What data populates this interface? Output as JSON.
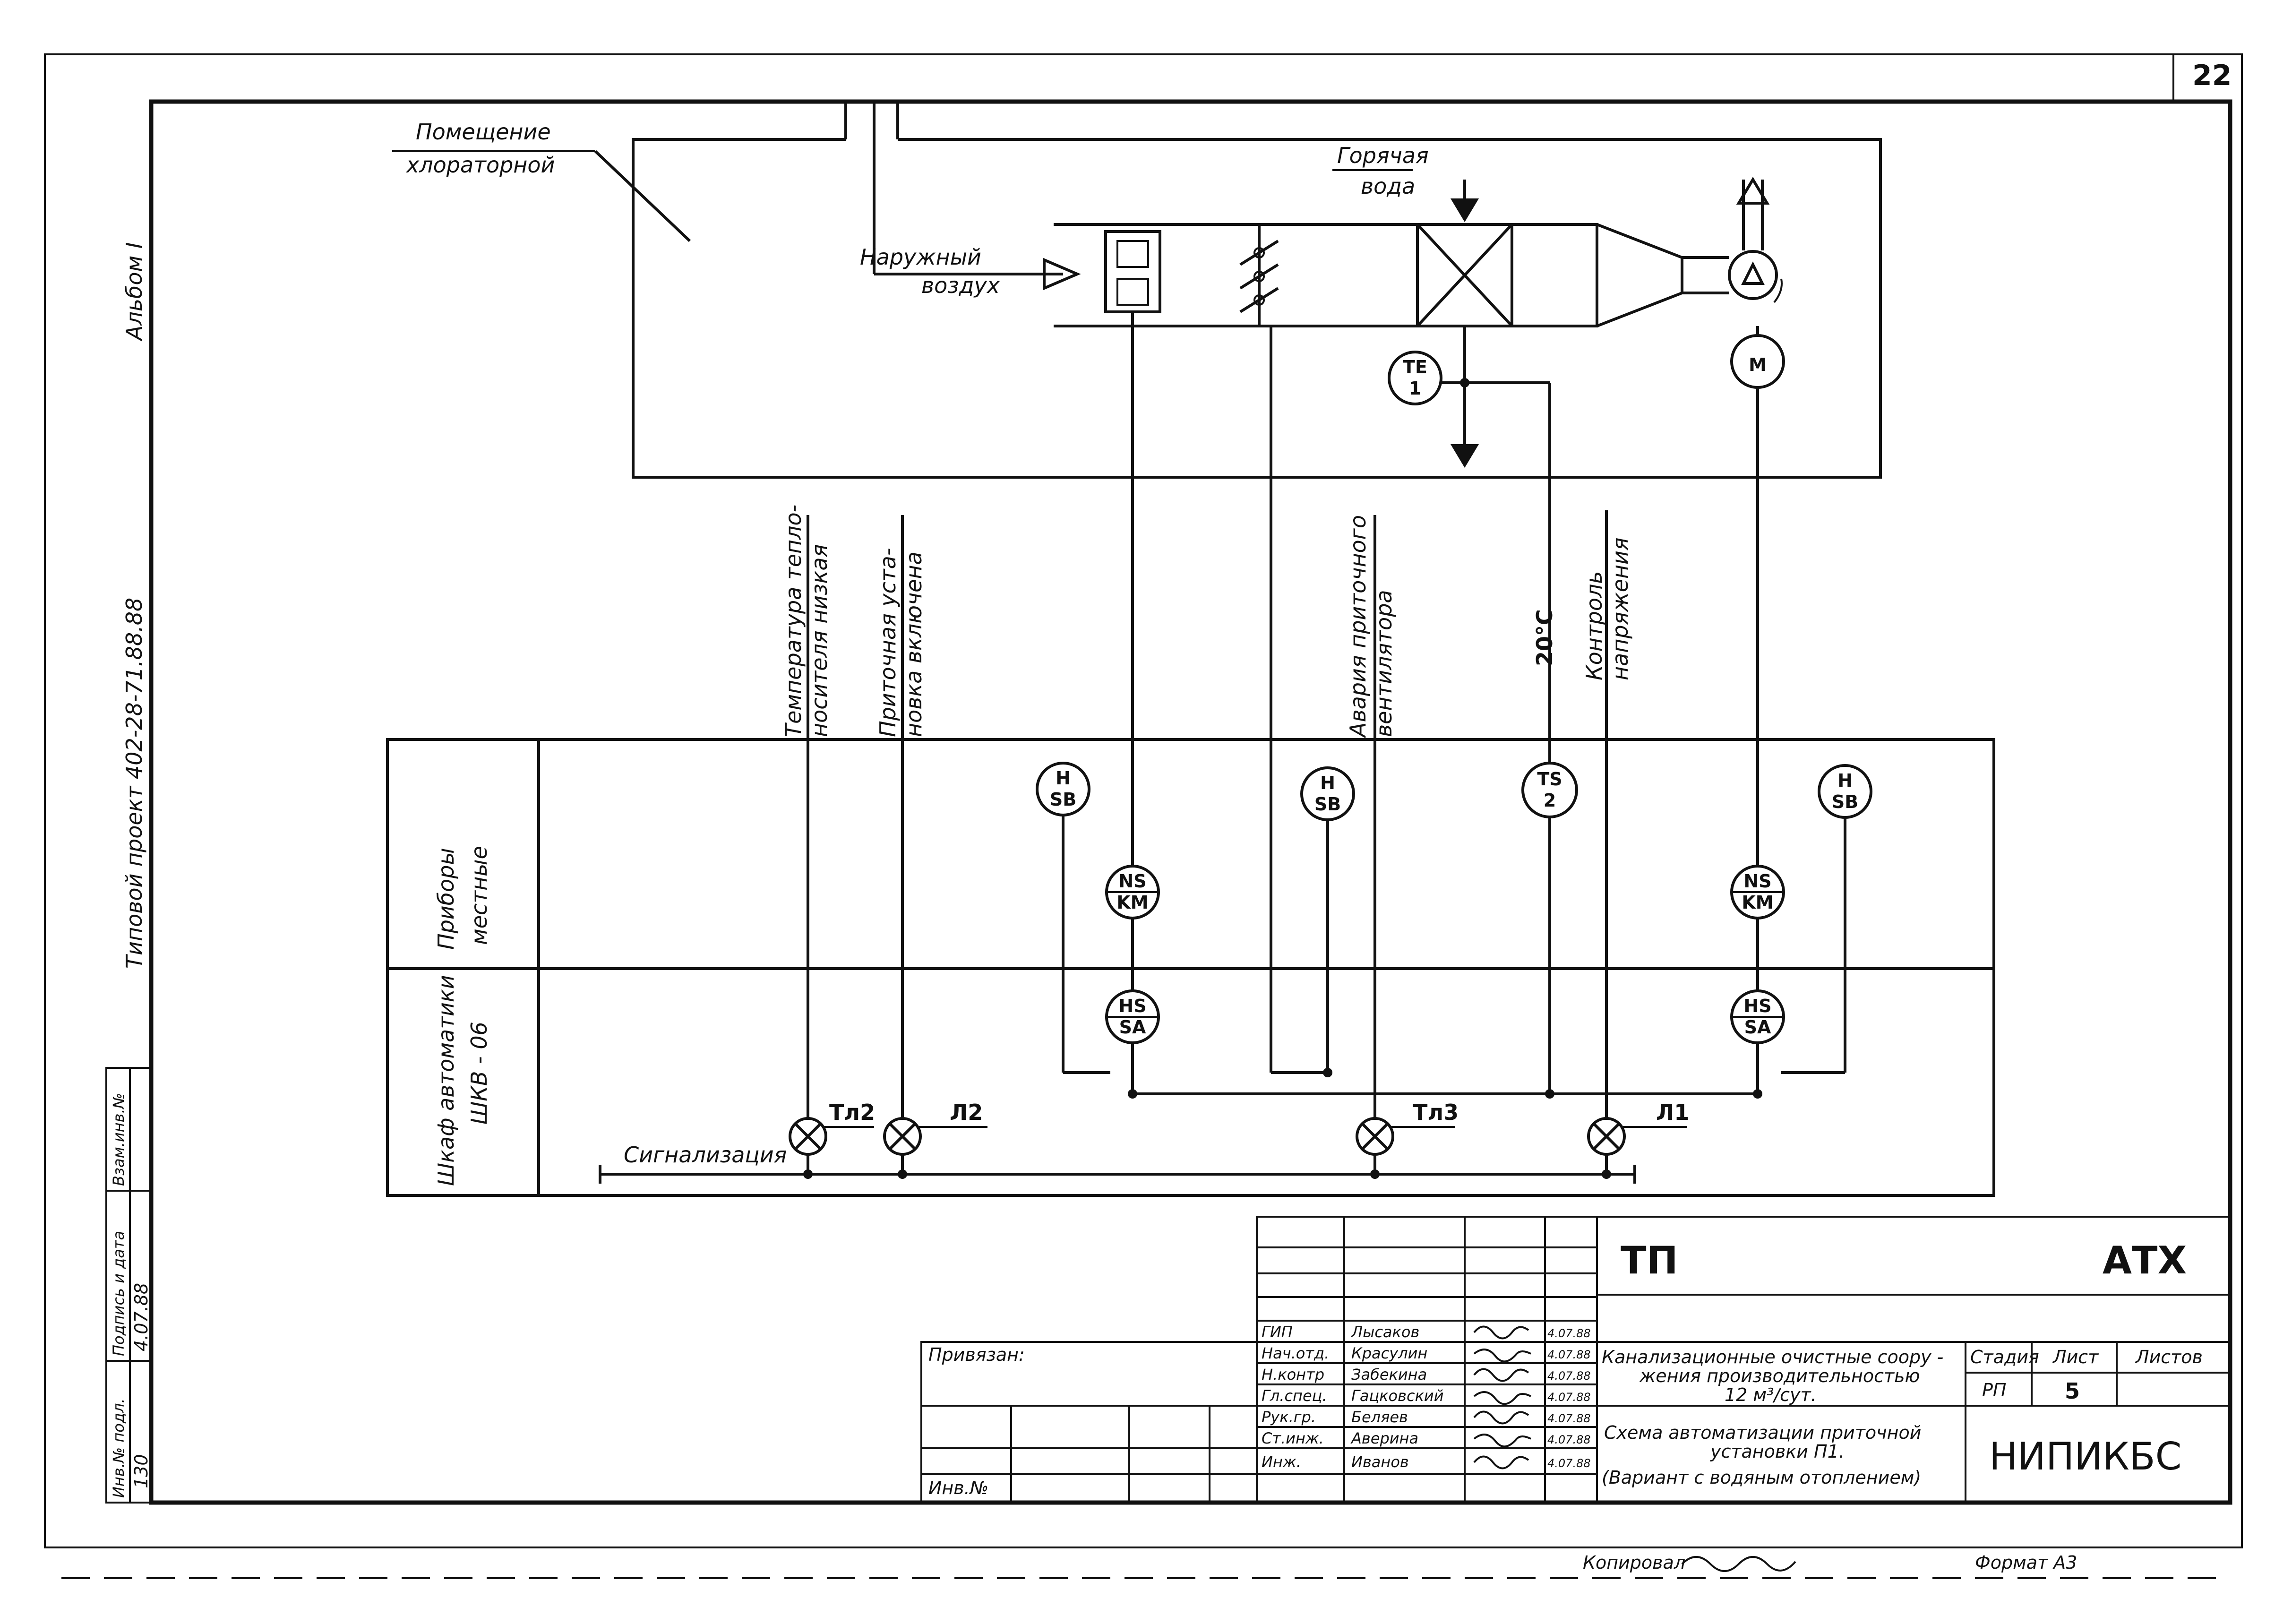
{
  "sheet_number": "22",
  "album": "Альбом I",
  "project": "Типовой проект 402-28-71.88.88",
  "room_label": [
    "Помещение",
    "хлораторной"
  ],
  "hot_water": [
    "Горячая",
    "вода"
  ],
  "outside_air": [
    "Наружный",
    "воздух"
  ],
  "instruments": {
    "te1": [
      "TE",
      "1"
    ],
    "motor": "M",
    "hsb_left": [
      "H",
      "SB"
    ],
    "hsb_mid": [
      "H",
      "SB"
    ],
    "hsb_right": [
      "H",
      "SB"
    ],
    "ts2": [
      "TS",
      "2"
    ],
    "nskm_left": [
      "NS",
      "KM"
    ],
    "nskm_right": [
      "NS",
      "KM"
    ],
    "hssa_left": [
      "HS",
      "SA"
    ],
    "hssa_right": [
      "HS",
      "SA"
    ]
  },
  "signals": [
    [
      "Температура тепло-",
      "носителя низкая"
    ],
    [
      "Приточная уста-",
      "новка включена"
    ],
    [
      "Авария приточного",
      "вентилятора"
    ],
    [
      "20°C"
    ],
    [
      "Контроль",
      "напряжения"
    ]
  ],
  "zones": {
    "local": [
      "Приборы",
      "местные"
    ],
    "cabinet": [
      "Шкаф автоматики",
      "ШКВ - 06"
    ]
  },
  "signalling": "Сигнализация",
  "lamps": [
    "Тл2",
    "Л2",
    "Тл3",
    "Л1"
  ],
  "stamp": {
    "code_left": "ТП",
    "code_right": "АТХ",
    "privyazan": "Привязан:",
    "inv": "Инв.№",
    "roles": [
      "ГИП",
      "Нач.отд.",
      "Н.контр",
      "Гл.спец.",
      "Рук.гр.",
      "Ст.инж.",
      "Инж."
    ],
    "names": [
      "Лысаков",
      "Красулин",
      "Забекина",
      "Гацковский",
      "Беляев",
      "Аверина",
      "Иванов"
    ],
    "dates": [
      "4.07.88",
      "4.07.88",
      "4.07.88",
      "4.07.88",
      "4.07.88",
      "4.07.88",
      "4.07.88"
    ],
    "title1": [
      "Канализационные очистные соору -",
      "жения производительностью",
      "12 м³/сут."
    ],
    "title2": [
      "Схема автоматизации приточной",
      "установки П1.",
      "(Вариант с водяным отоплением)"
    ],
    "stage_h": "Стадия",
    "sheet_h": "Лист",
    "sheets_h": "Листов",
    "stage": "РП",
    "sheet": "5",
    "org": "НИПИКБС"
  },
  "side_stamp": {
    "inv_podl": "Инв.№ подл.",
    "podpis": "Подпись и дата",
    "vzam": "Взам.инв.№",
    "num": "130",
    "date": "4.07.88"
  },
  "footer": {
    "copied": "Копировал",
    "format": "Формат А3"
  }
}
